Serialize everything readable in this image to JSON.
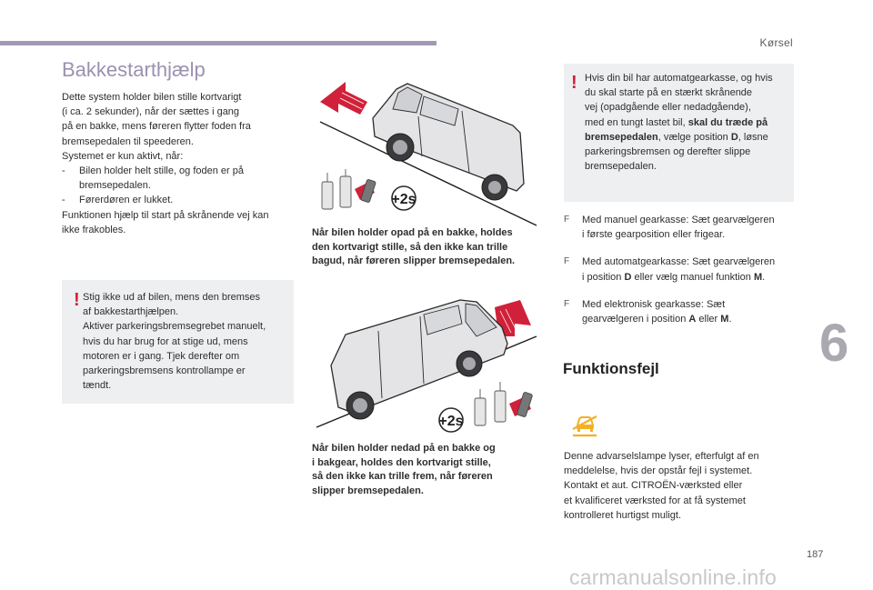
{
  "header": {
    "section_label": "Kørsel",
    "accent_color": "#a597b4"
  },
  "page_title": "Bakkestarthjælp",
  "intro": {
    "lines": [
      "Dette system holder bilen stille kortvarigt",
      "(i ca. 2 sekunder), når der sættes i gang",
      "på en bakke, mens føreren flytter foden fra",
      "bremsepedalen til speederen.",
      "Systemet er kun aktivt, når:"
    ],
    "conditions": [
      {
        "dash": "-",
        "lines": [
          "Bilen holder helt stille, og foden er på",
          "bremsepedalen."
        ]
      },
      {
        "dash": "-",
        "lines": [
          "Førerdøren er lukket."
        ]
      }
    ],
    "outro_lines": [
      "Funktionen hjælp til start på skrånende vej kan",
      "ikke frakobles."
    ]
  },
  "warning_left": {
    "icon": "!",
    "lines": [
      "Stig ikke ud af bilen, mens den bremses",
      "af bakkestarthjælpen.",
      "Aktiver parkeringsbremsegrebet manuelt,",
      "hvis du har brug for at stige ud, mens",
      "motoren er i gang. Tjek derefter om",
      "parkeringsbremsens kontrollampe er",
      "tændt."
    ]
  },
  "figures": {
    "timer_label": "+2s",
    "uphill_caption": [
      "Når bilen holder opad på en bakke, holdes",
      "den kortvarigt stille, så den ikke kan trille",
      "bagud, når føreren slipper bremsepedalen."
    ],
    "downhill_caption": [
      "Når bilen holder nedad på en bakke og",
      "i bakgear, holdes den kortvarigt stille,",
      "så den ikke kan trille frem, når føreren",
      "slipper bremsepedalen."
    ],
    "arrow_color": "#d1203a"
  },
  "warning_right": {
    "icon": "!",
    "line1": "Hvis din bil har automatgearkasse, og hvis",
    "line2": "du skal starte på en stærkt skrånende",
    "line3": "vej (opadgående eller nedadgående),",
    "line4_pre": "med en tungt lastet bil, ",
    "line4_bold": "skal du træde på",
    "line5_bold": "bremsepedalen",
    "line5_mid1": ", vælge position ",
    "line5_bold2": "D",
    "line5_post": ", løsne",
    "line6": "parkeringsbremsen og derefter slippe",
    "line7": "bremsepedalen."
  },
  "gearbox_items": [
    {
      "marker": "F",
      "line1": "Med manuel gearkasse: Sæt gearvælgeren",
      "line2_pre": "i første gearposition eller frigear.",
      "bold": "",
      "post": ""
    },
    {
      "marker": "F",
      "line1": "Med automatgearkasse: Sæt gearvælgeren",
      "line2_pre": "i position ",
      "bold": "D",
      "mid": " eller vælg manuel funktion ",
      "bold2": "M",
      "post": "."
    },
    {
      "marker": "F",
      "line1": "Med elektronisk gearkasse: Sæt",
      "line2_pre": "gearvælgeren i position ",
      "bold": "A",
      "mid": " eller ",
      "bold2": "M",
      "post": "."
    }
  ],
  "malfunction": {
    "heading": "Funktionsfejl",
    "icon": "hill-start-warning-icon",
    "icon_color": "#f2b125",
    "lines": [
      "Denne advarselslampe lyser, efterfulgt af en",
      "meddelelse, hvis der opstår fejl i systemet.",
      "Kontakt et aut. CITROËN-værksted eller",
      "et kvalificeret værksted for at få systemet",
      "kontrolleret hurtigst muligt."
    ]
  },
  "chapter_number": "6",
  "page_number": "187",
  "watermark": "carmanualsonline.info"
}
